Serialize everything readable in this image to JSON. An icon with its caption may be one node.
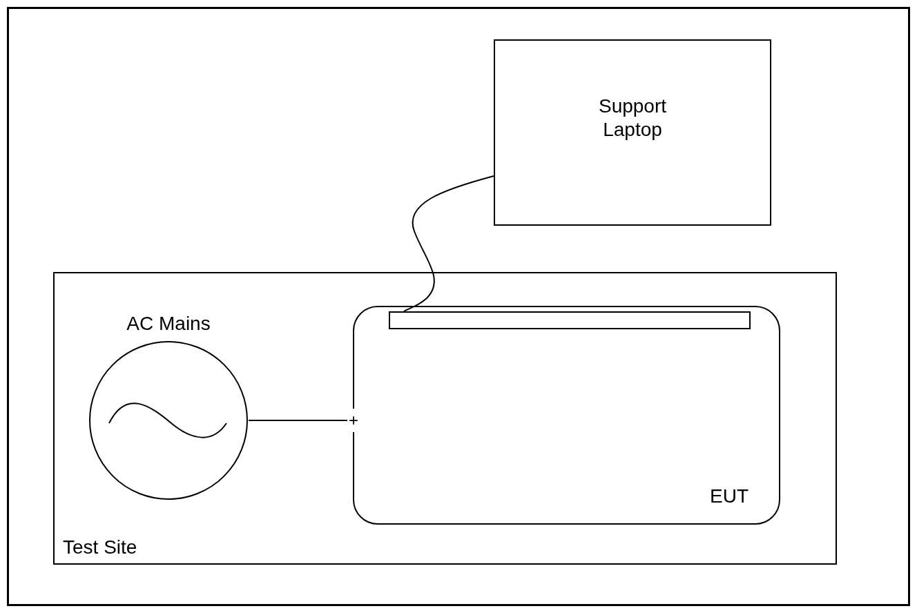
{
  "diagram": {
    "nodes": [
      {
        "text": [
          "Support Laptop"
        ]
      },
      {
        "text": [
          "Test Site"
        ]
      },
      {
        "text": [
          "AC Mains"
        ],
        "in": 1
      },
      {
        "text": [
          "EUT"
        ],
        "in": 1
      },
      {
        "text": [],
        "shape": "bar",
        "in": 3
      }
    ],
    "edges": [
      {
        "from": 0,
        "to": 4,
        "arrow": "none"
      },
      {
        "from": 2,
        "to": 3,
        "arrow": "none"
      }
    ],
    "labels": [
      "+"
    ]
  }
}
